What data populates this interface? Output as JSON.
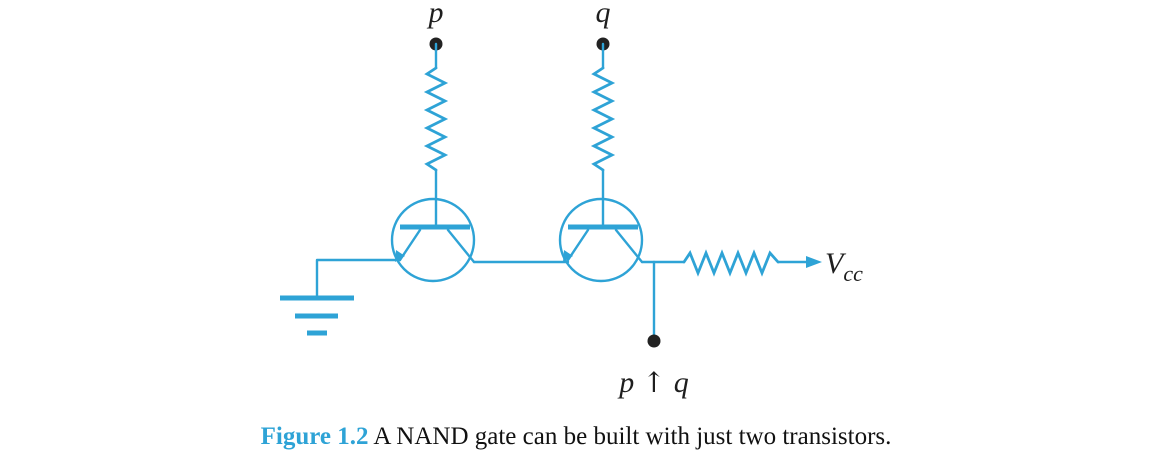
{
  "diagram": {
    "inputs": {
      "p_label": "p",
      "q_label": "q"
    },
    "supply": {
      "v_label": "V",
      "v_subscript": "cc"
    },
    "output": {
      "left": "p",
      "operator": "↑",
      "right": "q"
    }
  },
  "caption": {
    "label": "Figure 1.2",
    "text": "A NAND gate can be built with just two transistors."
  },
  "colors": {
    "wire": "#2ea3d6",
    "terminal": "#222222",
    "caption_label": "#2ea3d6"
  }
}
